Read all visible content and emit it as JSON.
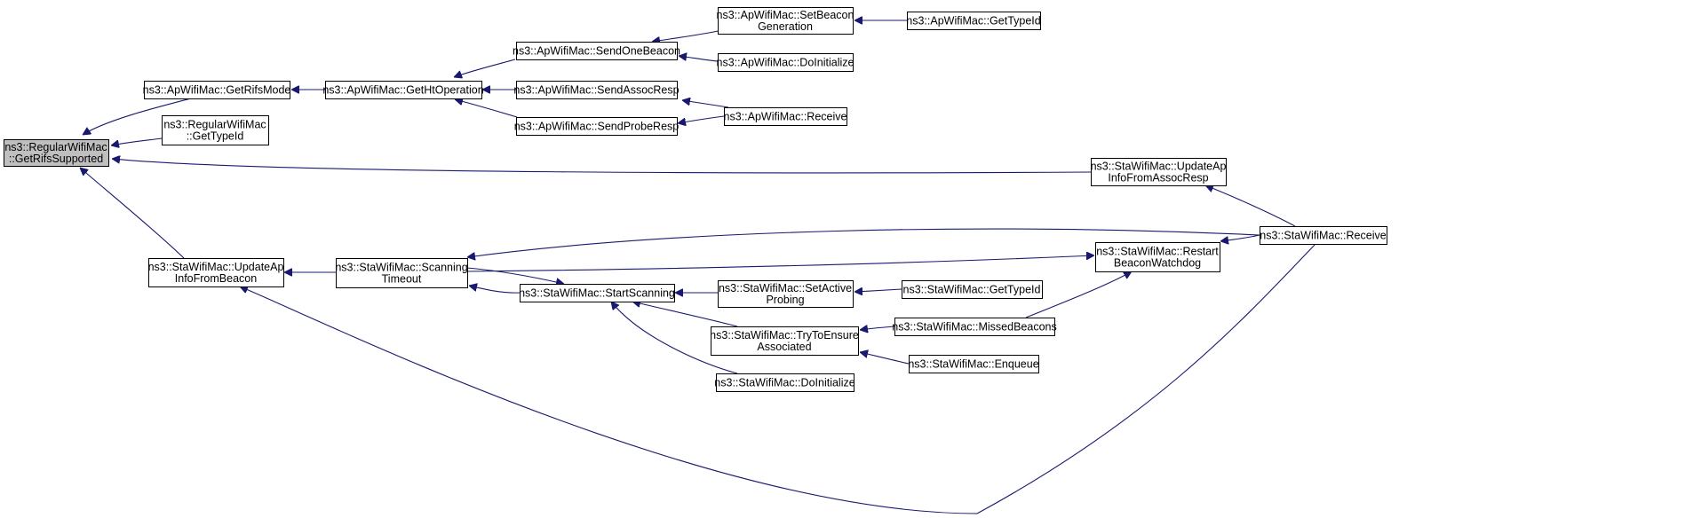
{
  "diagram": {
    "colors": {
      "edge": "#191970",
      "root_fill": "#bfbfbf",
      "node_fill": "#ffffff",
      "node_border": "#000000"
    },
    "nodes": [
      {
        "id": "root",
        "lines": [
          "ns3::RegularWifiMac",
          "::GetRifsSupported"
        ],
        "root": true
      },
      {
        "id": "ap_getrifsmode",
        "lines": [
          "ns3::ApWifiMac::GetRifsMode"
        ]
      },
      {
        "id": "reg_gettypeid",
        "lines": [
          "ns3::RegularWifiMac",
          "::GetTypeId"
        ]
      },
      {
        "id": "sta_updateapbeacon",
        "lines": [
          "ns3::StaWifiMac::UpdateAp",
          "InfoFromBeacon"
        ]
      },
      {
        "id": "ap_gethtop",
        "lines": [
          "ns3::ApWifiMac::GetHtOperation"
        ]
      },
      {
        "id": "ap_sendonebeacon",
        "lines": [
          "ns3::ApWifiMac::SendOneBeacon"
        ]
      },
      {
        "id": "ap_sendassocresp",
        "lines": [
          "ns3::ApWifiMac::SendAssocResp"
        ]
      },
      {
        "id": "ap_sendproberesp",
        "lines": [
          "ns3::ApWifiMac::SendProbeResp"
        ]
      },
      {
        "id": "ap_setbeacongen",
        "lines": [
          "ns3::ApWifiMac::SetBeacon",
          "Generation"
        ]
      },
      {
        "id": "ap_doinit",
        "lines": [
          "ns3::ApWifiMac::DoInitialize"
        ]
      },
      {
        "id": "ap_receive",
        "lines": [
          "ns3::ApWifiMac::Receive"
        ]
      },
      {
        "id": "ap_gettypeid",
        "lines": [
          "ns3::ApWifiMac::GetTypeId"
        ]
      },
      {
        "id": "sta_updateapassoc",
        "lines": [
          "ns3::StaWifiMac::UpdateAp",
          "InfoFromAssocResp"
        ]
      },
      {
        "id": "sta_receive",
        "lines": [
          "ns3::StaWifiMac::Receive"
        ]
      },
      {
        "id": "sta_scantimeout",
        "lines": [
          "ns3::StaWifiMac::Scanning",
          "Timeout"
        ]
      },
      {
        "id": "sta_startscan",
        "lines": [
          "ns3::StaWifiMac::StartScanning"
        ]
      },
      {
        "id": "sta_restartbw",
        "lines": [
          "ns3::StaWifiMac::Restart",
          "BeaconWatchdog"
        ]
      },
      {
        "id": "sta_setactiveprobing",
        "lines": [
          "ns3::StaWifiMac::SetActive",
          "Probing"
        ]
      },
      {
        "id": "sta_trytoensure",
        "lines": [
          "ns3::StaWifiMac::TryToEnsure",
          "Associated"
        ]
      },
      {
        "id": "sta_doinit",
        "lines": [
          "ns3::StaWifiMac::DoInitialize"
        ]
      },
      {
        "id": "sta_gettypeid",
        "lines": [
          "ns3::StaWifiMac::GetTypeId"
        ]
      },
      {
        "id": "sta_missedbeacons",
        "lines": [
          "ns3::StaWifiMac::MissedBeacons"
        ]
      },
      {
        "id": "sta_enqueue",
        "lines": [
          "ns3::StaWifiMac::Enqueue"
        ]
      }
    ],
    "edges": [
      {
        "from": "ap_getrifsmode",
        "to": "root"
      },
      {
        "from": "reg_gettypeid",
        "to": "root"
      },
      {
        "from": "sta_updateapassoc",
        "to": "root"
      },
      {
        "from": "sta_updateapbeacon",
        "to": "root"
      },
      {
        "from": "ap_gethtop",
        "to": "ap_getrifsmode"
      },
      {
        "from": "ap_sendonebeacon",
        "to": "ap_gethtop"
      },
      {
        "from": "ap_sendassocresp",
        "to": "ap_gethtop"
      },
      {
        "from": "ap_sendproberesp",
        "to": "ap_gethtop"
      },
      {
        "from": "ap_setbeacongen",
        "to": "ap_sendonebeacon"
      },
      {
        "from": "ap_doinit",
        "to": "ap_sendonebeacon"
      },
      {
        "from": "ap_receive",
        "to": "ap_sendassocresp"
      },
      {
        "from": "ap_receive",
        "to": "ap_sendproberesp"
      },
      {
        "from": "ap_gettypeid",
        "to": "ap_setbeacongen"
      },
      {
        "from": "sta_receive",
        "to": "sta_updateapassoc"
      },
      {
        "from": "sta_scantimeout",
        "to": "sta_updateapbeacon"
      },
      {
        "from": "sta_receive",
        "to": "sta_updateapbeacon"
      },
      {
        "from": "sta_receive",
        "to": "sta_scantimeout"
      },
      {
        "from": "sta_startscan",
        "to": "sta_scantimeout"
      },
      {
        "from": "sta_scantimeout",
        "to": "sta_startscan"
      },
      {
        "from": "sta_scantimeout",
        "to": "sta_restartbw"
      },
      {
        "from": "sta_receive",
        "to": "sta_restartbw"
      },
      {
        "from": "sta_setactiveprobing",
        "to": "sta_startscan"
      },
      {
        "from": "sta_trytoensure",
        "to": "sta_startscan"
      },
      {
        "from": "sta_doinit",
        "to": "sta_startscan"
      },
      {
        "from": "sta_gettypeid",
        "to": "sta_setactiveprobing"
      },
      {
        "from": "sta_missedbeacons",
        "to": "sta_trytoensure"
      },
      {
        "from": "sta_enqueue",
        "to": "sta_trytoensure"
      },
      {
        "from": "sta_missedbeacons",
        "to": "sta_restartbw"
      }
    ]
  }
}
